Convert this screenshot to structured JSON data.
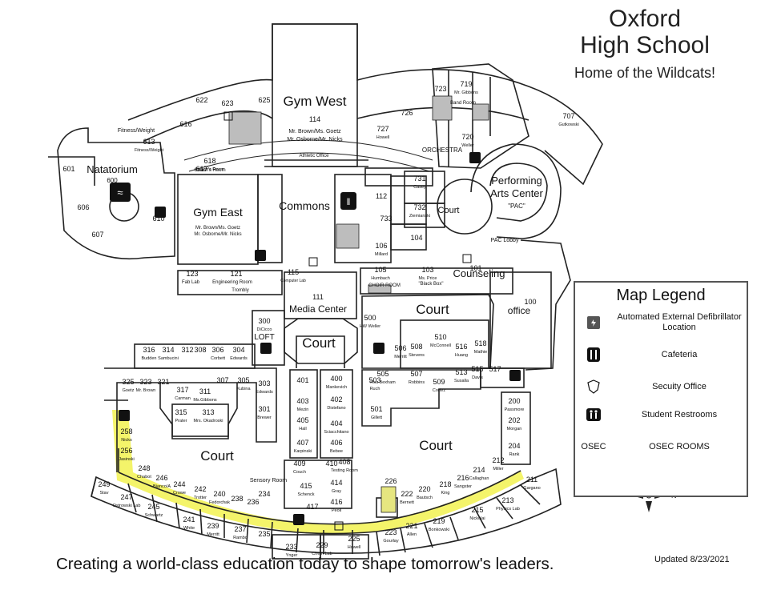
{
  "school": {
    "name_line1": "Oxford",
    "name_line2": "High School",
    "tagline": "Home of the Wildcats!"
  },
  "legend": {
    "title": "Map Legend",
    "items": [
      {
        "icon": "aed-icon",
        "label": "Automated External Defibrillator Location"
      },
      {
        "icon": "cafeteria-icon",
        "label": "Cafeteria"
      },
      {
        "icon": "security-shield-icon",
        "label": "Secuity Office"
      },
      {
        "icon": "restroom-icon",
        "label": "Student Restrooms"
      },
      {
        "icon": "osec-text",
        "symbol": "OSEC",
        "label": "OSEC ROOMS"
      }
    ]
  },
  "footer": {
    "slogan": "Creating a world-class education today to shape tomorrow's leaders.",
    "updated": "Updated 8/23/2021"
  },
  "colors": {
    "highlight_path": "#f4f46a",
    "ink": "#111111",
    "shade": "#bdbdbd"
  },
  "areas": {
    "gym_west": "Gym West",
    "gym_west_room": "114",
    "gym_west_teachers": "Mr. Brown/Ms. Goetz",
    "gym_west_teachers2": "Mr. Osborne/Mr. Nicks",
    "gym_east": "Gym East",
    "gym_east_teachers": "Mr. Brown/Ms. Goetz",
    "gym_east_teachers2": "Mr. Osborne/Mr. Nicks",
    "natatorium": "Natatorium",
    "natatorium_room": "600",
    "commons": "Commons",
    "media_center": "Media Center",
    "media_center_room": "111",
    "court": "Court",
    "performing_arts": "Performing",
    "performing_arts2": "Arts Center",
    "pac": "\"PAC\"",
    "pac_lobby": "PAC Lobby",
    "counseling": "Counseling",
    "office": "office",
    "orchestra": "ORCHESTRA",
    "band_room": "Band Room",
    "athletic_office": "Athletic Office",
    "coachs_room": "Coach's Room",
    "fitness": "Fitness/Weight",
    "sensory_room": "Sensory Room",
    "choir_room": "CHOIR ROOM",
    "black_box": "\"Black Box\"",
    "loft": "LOFT",
    "computer_lab": "Computer Lab",
    "fab_lab": "Fab Lab",
    "engineering_room": "Engineering Room",
    "trombly": "Trombly"
  },
  "rooms": [
    {
      "n": "601"
    },
    {
      "n": "606"
    },
    {
      "n": "607"
    },
    {
      "n": "610"
    },
    {
      "n": "613",
      "who": "Fitness/Weight"
    },
    {
      "n": "616"
    },
    {
      "n": "617"
    },
    {
      "n": "618",
      "who": "Coach's Room"
    },
    {
      "n": "622"
    },
    {
      "n": "623"
    },
    {
      "n": "625"
    },
    {
      "n": "726"
    },
    {
      "n": "727",
      "who": "Howell"
    },
    {
      "n": "723"
    },
    {
      "n": "719",
      "who": "Mr. Gibbons"
    },
    {
      "n": "720",
      "who": "Weller"
    },
    {
      "n": "707",
      "who": "Gutkowski"
    },
    {
      "n": "731",
      "who": "Casey"
    },
    {
      "n": "732",
      "who": "Ziemianski"
    },
    {
      "n": "733"
    },
    {
      "n": "112"
    },
    {
      "n": "104"
    },
    {
      "n": "106",
      "who": "Millard"
    },
    {
      "n": "105",
      "who": "Humbach"
    },
    {
      "n": "103",
      "who": "Ms. Price"
    },
    {
      "n": "101"
    },
    {
      "n": "100"
    },
    {
      "n": "115"
    },
    {
      "n": "123"
    },
    {
      "n": "121"
    },
    {
      "n": "300",
      "who": "DiCicco"
    },
    {
      "n": "316",
      "who": "Budden"
    },
    {
      "n": "314",
      "who": "Sambucini"
    },
    {
      "n": "312"
    },
    {
      "n": "308"
    },
    {
      "n": "306",
      "who": "Corbett"
    },
    {
      "n": "304",
      "who": "Edwards"
    },
    {
      "n": "303",
      "who": "Edwards"
    },
    {
      "n": "301",
      "who": "Brewer"
    },
    {
      "n": "325",
      "who": "Goetz"
    },
    {
      "n": "323",
      "who": "Mr. Brown"
    },
    {
      "n": "321"
    },
    {
      "n": "317",
      "who": "Carman"
    },
    {
      "n": "311",
      "who": "Ms.Gibbons"
    },
    {
      "n": "307"
    },
    {
      "n": "305",
      "who": "Kubina"
    },
    {
      "n": "315",
      "who": "Prater"
    },
    {
      "n": "313",
      "who": "Mrs. Okadroski"
    },
    {
      "n": "258",
      "who": "Nicks"
    },
    {
      "n": "256",
      "who": "Jasinski"
    },
    {
      "n": "249",
      "who": "Stav"
    },
    {
      "n": "248",
      "who": "Chabot"
    },
    {
      "n": "247",
      "who": "Ostrowski Lab"
    },
    {
      "n": "246",
      "who": "Bianco/A"
    },
    {
      "n": "245",
      "who": "Schwartz"
    },
    {
      "n": "244",
      "who": "Crowe"
    },
    {
      "n": "242",
      "who": "Trotter"
    },
    {
      "n": "241",
      "who": "White"
    },
    {
      "n": "240",
      "who": "Fedorchak"
    },
    {
      "n": "239",
      "who": "Merritt"
    },
    {
      "n": "238"
    },
    {
      "n": "237",
      "who": "Rambo"
    },
    {
      "n": "236"
    },
    {
      "n": "235"
    },
    {
      "n": "234"
    },
    {
      "n": "233",
      "who": "Ynger"
    },
    {
      "n": "229",
      "who": "Chem Lab"
    },
    {
      "n": "225",
      "who": "Howell"
    },
    {
      "n": "223",
      "who": "Gourlay"
    },
    {
      "n": "226"
    },
    {
      "n": "222",
      "who": "Bernett"
    },
    {
      "n": "221",
      "who": "Allen"
    },
    {
      "n": "220",
      "who": "Bautsch"
    },
    {
      "n": "219",
      "who": "Bonkowski"
    },
    {
      "n": "218",
      "who": "King"
    },
    {
      "n": "216",
      "who": "Sangster"
    },
    {
      "n": "215",
      "who": "Nickolai"
    },
    {
      "n": "214",
      "who": "Callaghan"
    },
    {
      "n": "213",
      "who": "Physics Lab"
    },
    {
      "n": "212",
      "who": "Miller"
    },
    {
      "n": "211",
      "who": "Gargano"
    },
    {
      "n": "204",
      "who": "Rank"
    },
    {
      "n": "202",
      "who": "Morgan"
    },
    {
      "n": "200",
      "who": "Passmore"
    },
    {
      "n": "401"
    },
    {
      "n": "403",
      "who": "Mezin"
    },
    {
      "n": "405",
      "who": "Hall"
    },
    {
      "n": "407",
      "who": "Karpinski"
    },
    {
      "n": "409",
      "who": "Couch"
    },
    {
      "n": "415",
      "who": "Schenck"
    },
    {
      "n": "417"
    },
    {
      "n": "400",
      "who": "Mankevich"
    },
    {
      "n": "402",
      "who": "Distefano"
    },
    {
      "n": "404",
      "who": "Sciacchitano"
    },
    {
      "n": "406",
      "who": "Bebee"
    },
    {
      "n": "408",
      "who": "Testing Room"
    },
    {
      "n": "410"
    },
    {
      "n": "414",
      "who": "Gray"
    },
    {
      "n": "416",
      "who": "Peoll"
    },
    {
      "n": "500",
      "who": "Hill/ Weller"
    },
    {
      "n": "503",
      "who": "Ruch"
    },
    {
      "n": "501",
      "who": "Gillett"
    },
    {
      "n": "505",
      "who": "Hsu Bexham"
    },
    {
      "n": "506",
      "who": "Merritt"
    },
    {
      "n": "507",
      "who": "Robbins"
    },
    {
      "n": "508",
      "who": "Stevens"
    },
    {
      "n": "509",
      "who": "Cortez"
    },
    {
      "n": "510",
      "who": "McConnell"
    },
    {
      "n": "513",
      "who": "Susalla"
    },
    {
      "n": "515",
      "who": "Davis"
    },
    {
      "n": "516",
      "who": "Huang"
    },
    {
      "n": "517"
    },
    {
      "n": "518",
      "who": "Mathie"
    }
  ]
}
